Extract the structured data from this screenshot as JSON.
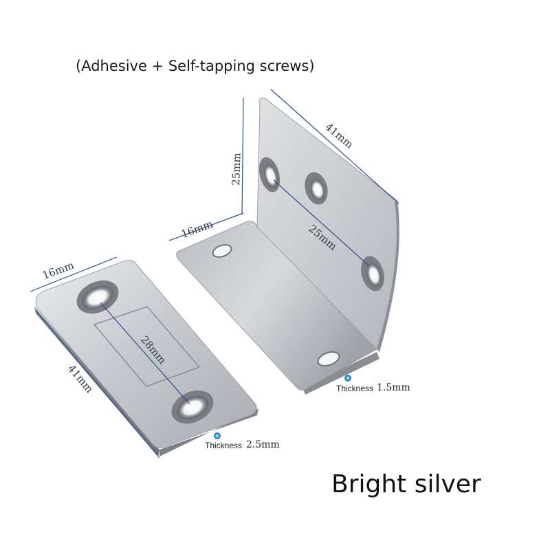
{
  "heading": "(Adhesive + Self-tapping screws)",
  "color_label": "Bright silver",
  "strike_plate": {
    "width_label": "16mm",
    "length_label": "41mm",
    "hole_spacing_label": "28mm",
    "thickness_word": "Thickness",
    "thickness_value": "2.5mm"
  },
  "bracket": {
    "upright_length_label": "41mm",
    "upright_height_label": "25mm",
    "base_width_label": "16mm",
    "hole_spacing_label": "25mm",
    "thickness_word": "Thickness",
    "thickness_value": "1.5mm"
  },
  "colors": {
    "dimension_line": "#2a4f8a",
    "thickness_marker": "#3aa6e0",
    "metal": "#c9ccd0"
  }
}
